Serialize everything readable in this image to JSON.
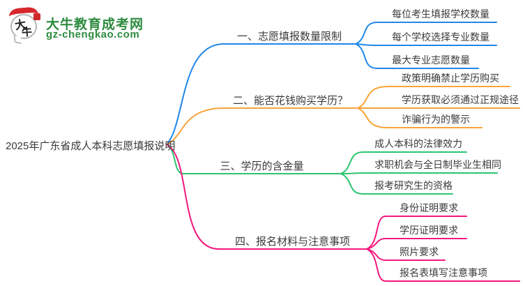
{
  "logo": {
    "site_name": "大牛教育成考网",
    "site_url": "gz-chengkao.com",
    "icon_char_1": "大",
    "icon_char_2": "牛"
  },
  "central": {
    "title": "2025年广东省成人本科志愿填报说明"
  },
  "branches": [
    {
      "label": "一、志愿填报数量限制",
      "color": "#1F87E8",
      "children": [
        "每位考生填报学校数量",
        "每个学校选择专业数量",
        "最大专业志愿数量"
      ]
    },
    {
      "label": "二、能否花钱购买学历？",
      "color": "#F8A43A",
      "children": [
        "政策明确禁止学历购买",
        "学历获取必须通过正规途径",
        "诈骗行为的警示"
      ]
    },
    {
      "label": "三、学历的含金量",
      "color": "#2BC56E",
      "children": [
        "成人本科的法律效力",
        "求职机会与全日制毕业生相同",
        "报考研究生的资格"
      ]
    },
    {
      "label": "四、报名材料与注意事项",
      "color": "#F3177D",
      "children": [
        "身份证明要求",
        "学历证明要求",
        "照片要求",
        "报名表填写注意事项"
      ]
    }
  ]
}
